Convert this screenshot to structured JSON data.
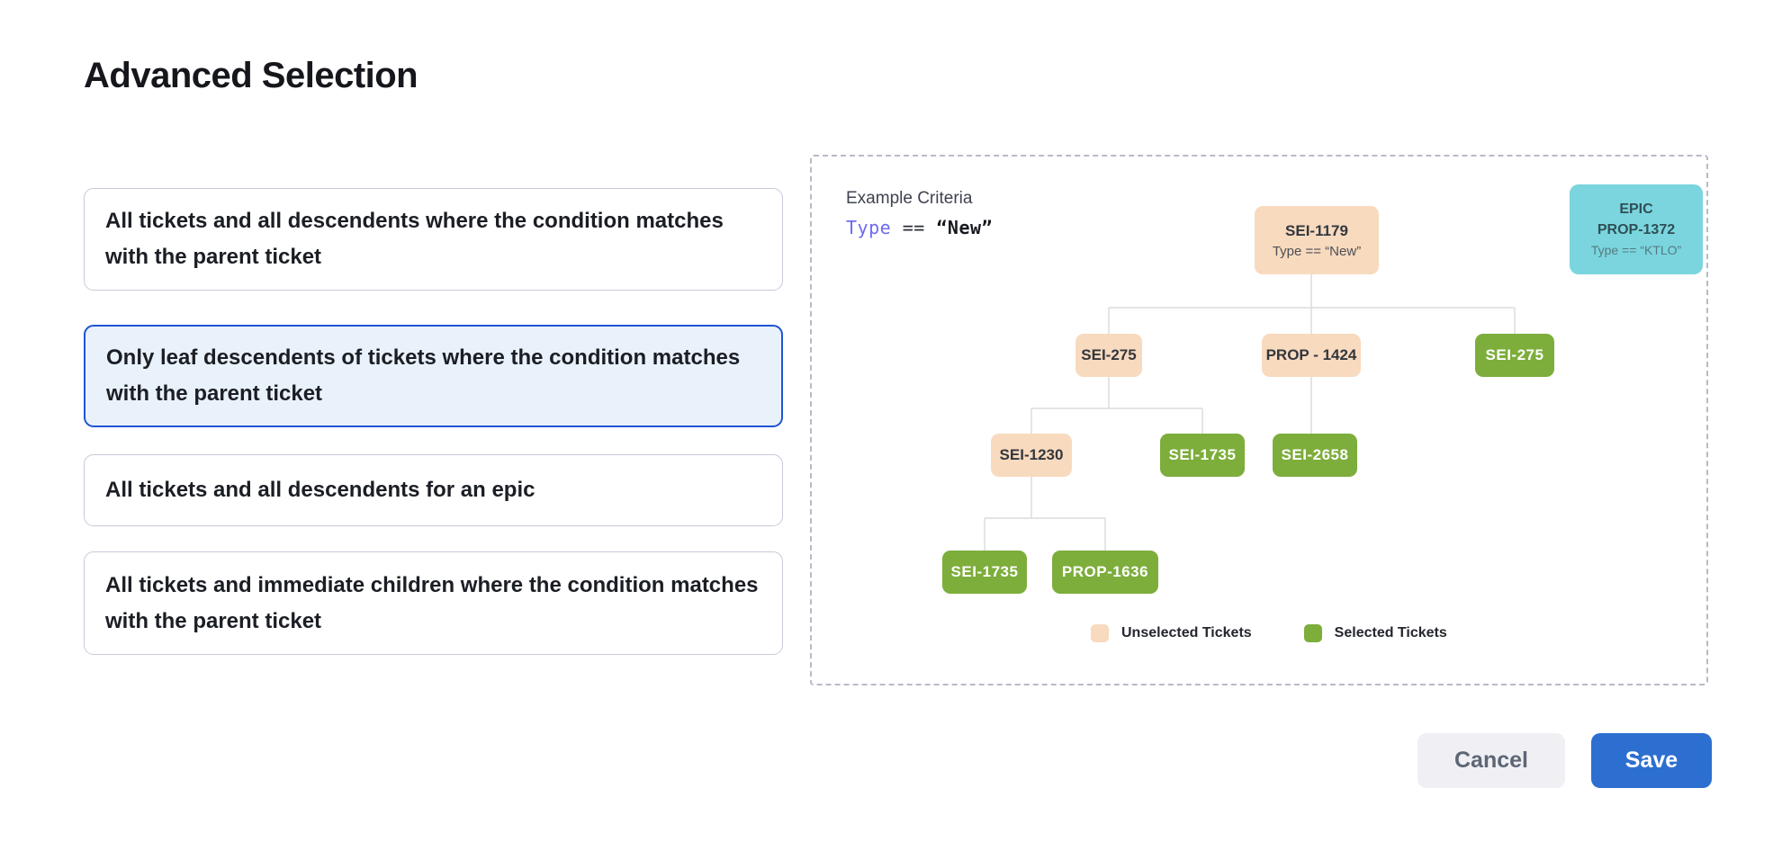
{
  "title": "Advanced Selection",
  "options": [
    {
      "label": "All tickets and all descendents where the condition matches with the parent ticket",
      "selected": false
    },
    {
      "label": "Only leaf descendents of tickets where the condition matches with the parent ticket",
      "selected": true
    },
    {
      "label": "All tickets and all descendents for an epic",
      "selected": false
    },
    {
      "label": "All tickets and immediate children where the condition matches with the parent ticket",
      "selected": false
    }
  ],
  "example": {
    "heading": "Example Criteria",
    "criteria": {
      "field": "Type",
      "operator": "==",
      "value": "“New”"
    },
    "epic_card": {
      "line1": "EPIC",
      "line2": "PROP-1372",
      "line3": "Type == “KTLO”"
    },
    "tree": {
      "root": {
        "label": "SEI-1179",
        "condition": "Type == “New”",
        "state": "unselected"
      },
      "nodes": [
        {
          "label": "SEI-275",
          "state": "unselected"
        },
        {
          "label": "PROP - 1424",
          "state": "unselected"
        },
        {
          "label": "SEI-275",
          "state": "selected"
        },
        {
          "label": "SEI-1230",
          "state": "unselected"
        },
        {
          "label": "SEI-1735",
          "state": "selected"
        },
        {
          "label": "SEI-2658",
          "state": "selected"
        },
        {
          "label": "SEI-1735",
          "state": "selected"
        },
        {
          "label": "PROP-1636",
          "state": "selected"
        }
      ]
    },
    "legend": [
      {
        "label": "Unselected Tickets",
        "color": "#f8dabf"
      },
      {
        "label": "Selected Tickets",
        "color": "#7dad3b"
      }
    ]
  },
  "actions": {
    "cancel": "Cancel",
    "save": "Save"
  },
  "colors": {
    "selected_card_border": "#2053d4",
    "selected_card_bg": "#e9f2fa",
    "unselected_node": "#f8dabf",
    "selected_node": "#7dad3b",
    "epic_card": "#7ad5de",
    "save_button": "#2d6fd0",
    "criteria_field": "#6c6cf0"
  }
}
